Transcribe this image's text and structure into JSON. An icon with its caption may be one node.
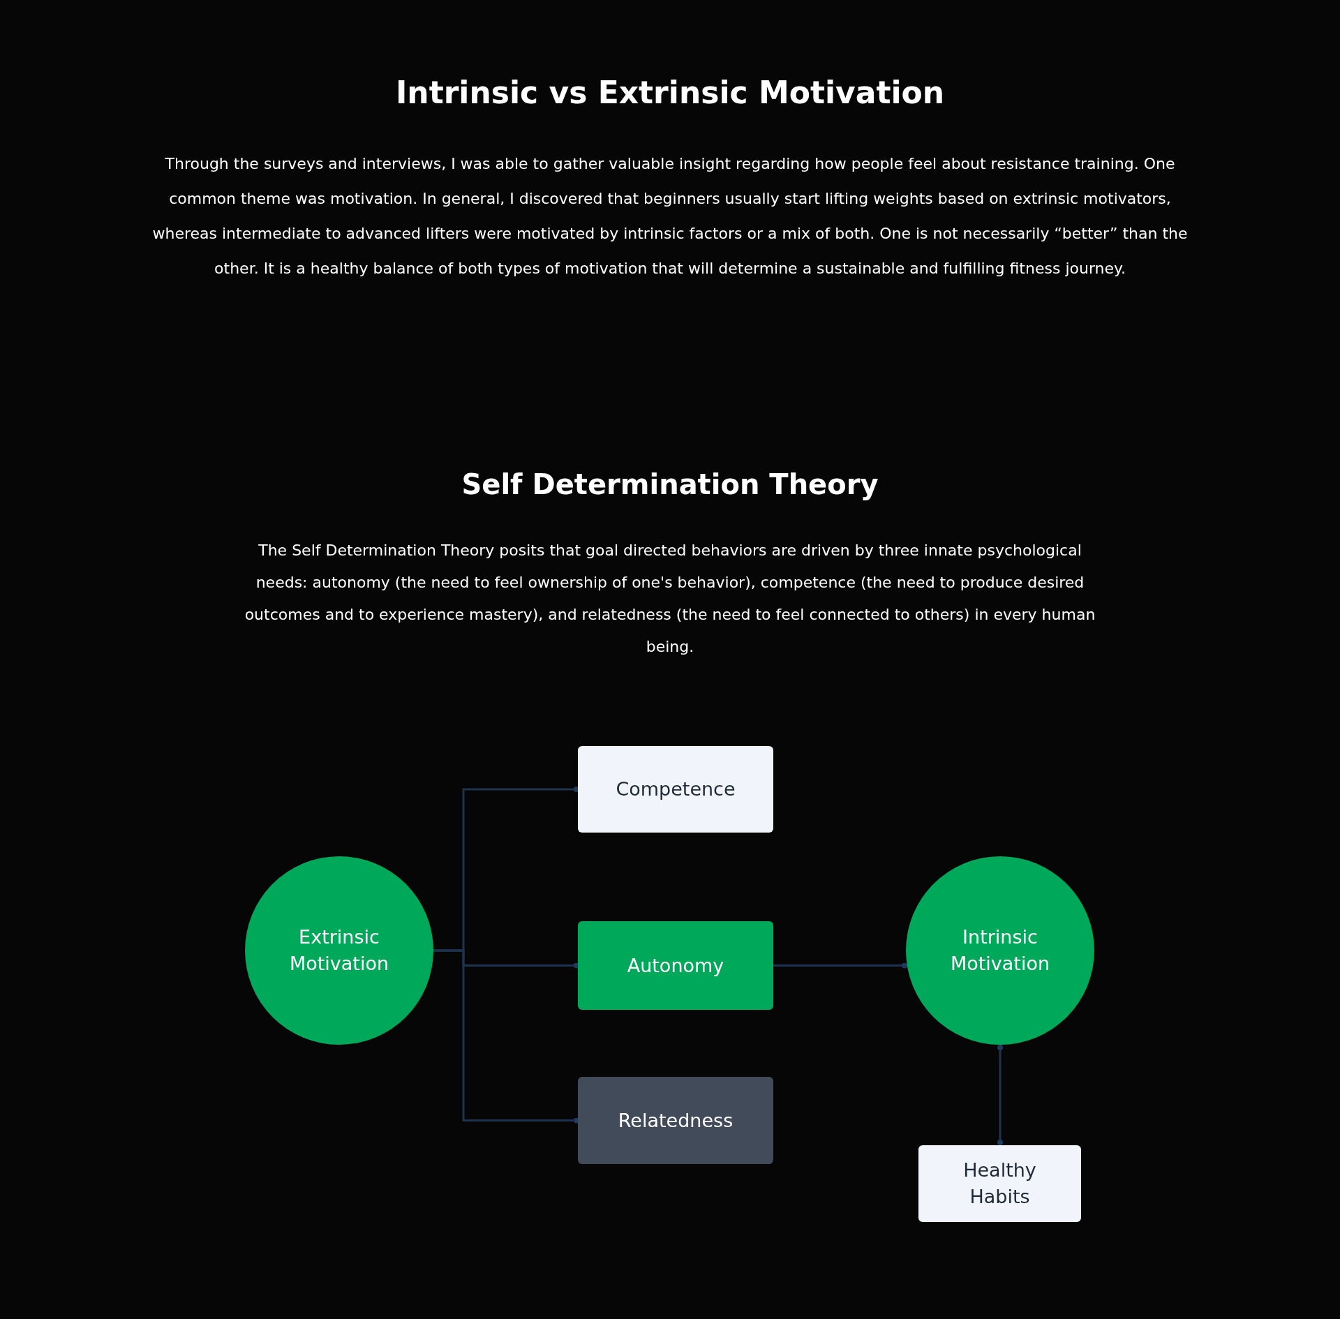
{
  "diagram": {
    "title": "Intrinsic vs Extrinsic **Motivation**",
    "nodes": [
      {
        "text": [
          "Extrinsic Motivation"
        ]
      },
      {
        "text": [
          "Competence"
        ]
      },
      {
        "text": [
          "Autonomy"
        ]
      },
      {
        "text": [
          "Relatedness"
        ]
      },
      {
        "text": [
          "Intrinsic Motivation"
        ]
      },
      {
        "text": [
          "Healthy Habits"
        ]
      }
    ],
    "edges": [
      {
        "from": 0,
        "to": 1,
        "arrow": "other"
      },
      {
        "from": 0,
        "to": 2,
        "arrow": "other"
      },
      {
        "from": 0,
        "to": 3,
        "arrow": "other"
      },
      {
        "from": 2,
        "to": 4,
        "arrow": "other"
      },
      {
        "from": 4,
        "to": 5,
        "arrow": "other"
      }
    ],
    "labels": [
      "Through the surveys and interviews, I was able to gather valuable insight regarding how people feel about resistance training. One common theme was motivation. In general, I discovered that beginners usually start lifting weights based on extrinsic motivators, whereas intermediate to advanced lifters were motivated by intrinsic factors or a mix of both. One is not necessarily “better” than the other. It is a healthy balance of both types of motivation that will determine a sustainable and fulfilling fitness journey.",
      "Self **Determination** Theory",
      "The Self Determination Theory posits that goal directed behaviors are driven by three innate psychological needs: autonomy (the need to feel ownership of one's behavior), competence (the need to produce desired outcomes and to experience mastery), and relatedness (the need to feel connected to others) in every human being."
    ]
  }
}
